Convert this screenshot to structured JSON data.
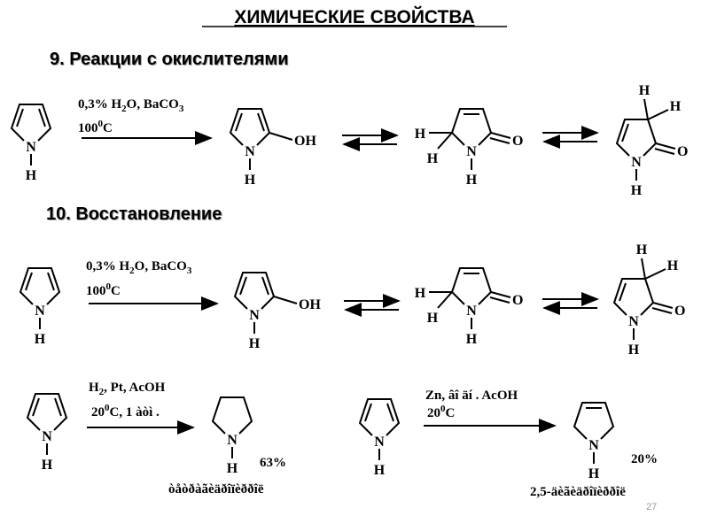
{
  "title": "ХИМИЧЕСКИЕ СВОЙСТВА",
  "section9": "9. Реакции с окислителями",
  "section10": "10. Восстановление",
  "atoms": {
    "N": "N",
    "H": "H",
    "O": "O",
    "OH": "OH"
  },
  "oxidation": {
    "reagent_a": "0,3% H",
    "sub2": "2",
    "reagent_b": "O",
    "reagent_c": ", BaCO",
    "sub3": "3",
    "temp_a": "100",
    "temp_sup": "0",
    "temp_b": "C"
  },
  "hydrogenation": {
    "reagent_a": "H",
    "sub2": "2",
    "reagent_b": ", Pt, AcOH",
    "temp_a": "20",
    "temp_sup": "0",
    "temp_b": "C, 1 àòì .",
    "yield": "63%",
    "product_name": "òåòðàãèäðîïèððîë"
  },
  "zn_reduction": {
    "reagent": "Zn, âî äí .  AcOH",
    "temp_a": "20",
    "temp_sup": "0",
    "temp_b": "C",
    "yield": "20%",
    "product_name": "2,5-äèãèäðîïèððîë"
  },
  "page_number": "27"
}
